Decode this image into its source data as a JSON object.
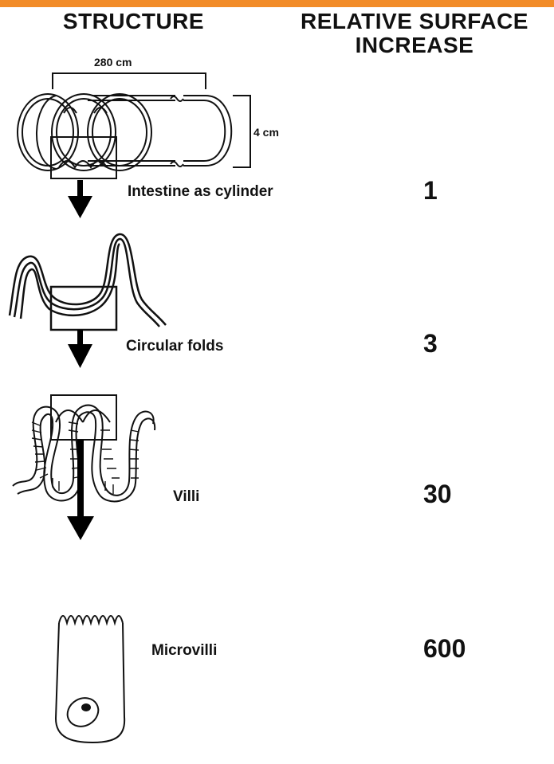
{
  "accent_color": "#F28C28",
  "header": {
    "structure": "STRUCTURE",
    "relative_surface_increase": "RELATIVE SURFACE\nINCREASE"
  },
  "dimensions": {
    "length": "280 cm",
    "diameter": "4 cm"
  },
  "stages": [
    {
      "label": "Intestine as cylinder",
      "value": "1"
    },
    {
      "label": "Circular folds",
      "value": "3"
    },
    {
      "label": "Villi",
      "value": "30"
    },
    {
      "label": "Microvilli",
      "value": "600"
    }
  ]
}
